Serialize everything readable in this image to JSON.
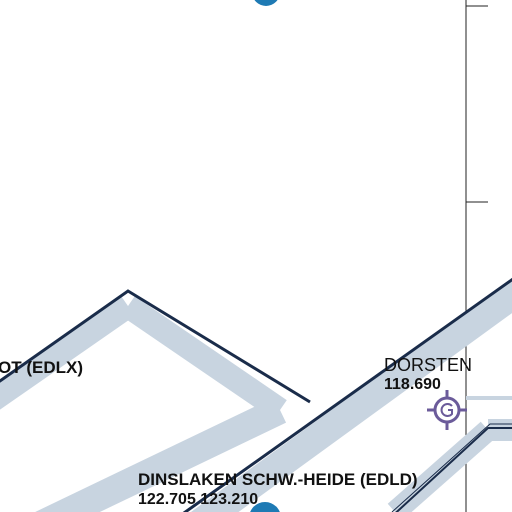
{
  "labels": {
    "edlx_name": "OT (EDLX)",
    "dorsten_name": "DORSTEN",
    "dorsten_freq": "118.690",
    "edld_name": "DINSLAKEN SCHW.-HEIDE (EDLD)",
    "edld_freq": "122.705 123.210"
  },
  "icons": {
    "dorsten_symbol": "glider-site-icon",
    "airfield_markers": "airfield-icon"
  },
  "colors": {
    "background": "#ffffff",
    "airspace_band": "#c8d4e0",
    "airspace_border": "#1a2c4a",
    "airfield_marker": "#1e7ab4",
    "glider_symbol": "#6b5b9a",
    "grid_line": "#222222"
  }
}
